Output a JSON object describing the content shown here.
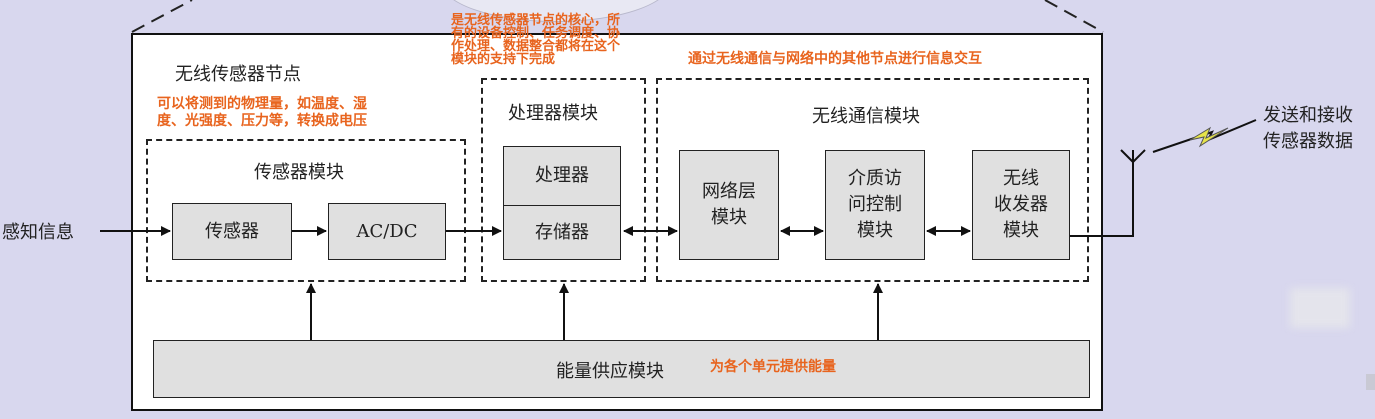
{
  "colors": {
    "background": "#d8d7ee",
    "annotation": "#e8641e",
    "block_fill": "#e0e0e0"
  },
  "node_title": "无线传感器节点",
  "input_label": "感知信息",
  "output_label": [
    "发送和接收",
    "传感器数据"
  ],
  "sensor_module": {
    "title": "传感器模块",
    "sensor": "传感器",
    "converter": "AC/DC",
    "note": [
      "可以将测到的物理量，如温度、湿",
      "度、光强度、压力等，转换成电压"
    ]
  },
  "processor_module": {
    "title": "处理器模块",
    "processor": "处理器",
    "memory": "存储器",
    "note": [
      "是无线传感器节点的核心，所",
      "有的设备控制、任务调度、协",
      "作处理、数据整合都将在这个",
      "模块的支持下完成"
    ]
  },
  "wireless_module": {
    "title": "无线通信模块",
    "network_layer": [
      "网络层",
      "模块"
    ],
    "mac": [
      "介质访",
      "问控制",
      "模块"
    ],
    "transceiver": [
      "无线",
      "收发器",
      "模块"
    ],
    "note": "通过无线通信与网络中的其他节点进行信息交互"
  },
  "power_module": {
    "label": "能量供应模块",
    "note": "为各个单元提供能量"
  },
  "icons": [
    "antenna-icon",
    "lightning-icon"
  ]
}
